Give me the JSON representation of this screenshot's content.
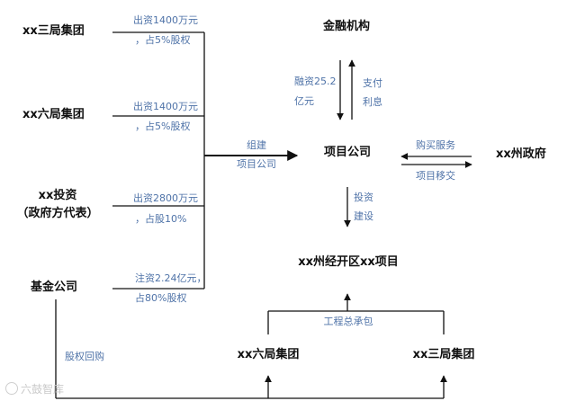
{
  "shareholders": [
    {
      "name": "xx三局集团",
      "line1": "出资1400万元",
      "line2": "，占5%股权"
    },
    {
      "name": "xx六局集团",
      "line1": "出资1400万元",
      "line2": "，占5%股权"
    },
    {
      "name": "xx投资",
      "name2": "（政府方代表）",
      "line1": "出资2800万元",
      "line2": "，占股10%"
    },
    {
      "name": "基金公司",
      "line1": "注资2.24亿元，",
      "line2": "占80%股权"
    }
  ],
  "bus_label": {
    "line1": "组建",
    "line2": "项目公司"
  },
  "center": {
    "financial": "金融机构",
    "company": "项目公司",
    "project": "xx州经开区xx项目",
    "government": "xx州政府"
  },
  "flows": {
    "financing": {
      "line1": "融资25.2",
      "line2": "亿元"
    },
    "payment": {
      "line1": "支付",
      "line2": "利息"
    },
    "buy_service": "购买服务",
    "transfer": "项目移交",
    "invest": {
      "line1": "投资",
      "line2": "建设"
    }
  },
  "contractors": {
    "label": "工程总承包",
    "left": "xx六局集团",
    "right": "xx三局集团"
  },
  "buyback": "股权回购",
  "watermark": "六鼓智库"
}
